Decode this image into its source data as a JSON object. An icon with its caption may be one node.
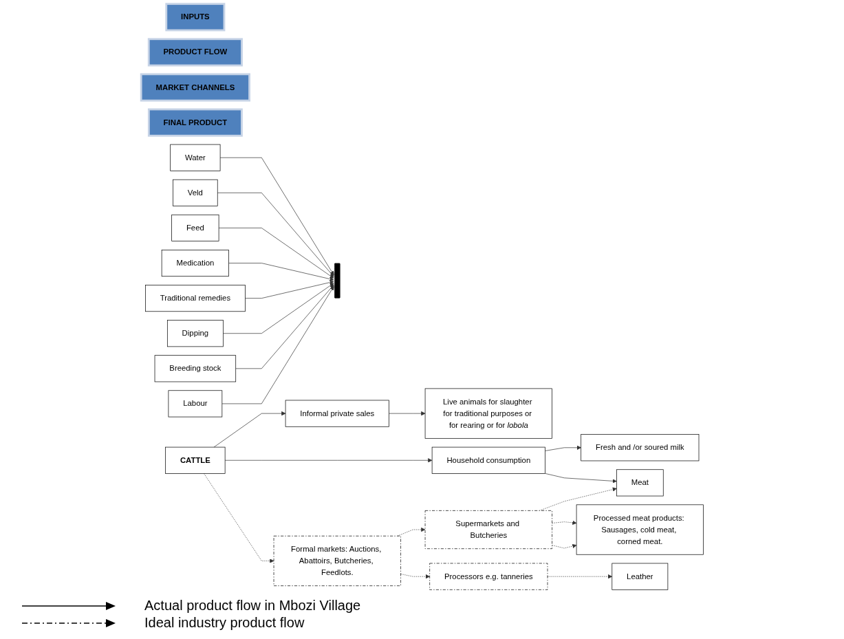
{
  "diagram": {
    "nodes": [
      {
        "text": [
          "INPUTS"
        ]
      },
      {
        "text": [
          "PRODUCT FLOW"
        ]
      },
      {
        "text": [
          "MARKET CHANNELS"
        ]
      },
      {
        "text": [
          "FINAL PRODUCT"
        ]
      },
      {
        "text": [
          "Water"
        ]
      },
      {
        "text": [
          "Veld"
        ]
      },
      {
        "text": [
          "Feed"
        ]
      },
      {
        "text": [
          "Medication"
        ]
      },
      {
        "text": [
          "Traditional remedies"
        ]
      },
      {
        "text": [
          "Dipping"
        ]
      },
      {
        "text": [
          "Breeding stock"
        ]
      },
      {
        "text": [
          "Labour"
        ]
      },
      {
        "text": [],
        "shape": "bar"
      },
      {
        "text": [
          "CATTLE"
        ]
      },
      {
        "text": [
          "Informal private sales"
        ]
      },
      {
        "text": [
          "Live animals for slaughter for traditional purposes or for rearing or for *lobola*"
        ]
      },
      {
        "text": [
          "Household consumption"
        ]
      },
      {
        "text": [
          "Fresh and /or soured milk"
        ]
      },
      {
        "text": [
          "Formal markets: Auctions, Abattoirs, Butcheries, Feedlots."
        ]
      },
      {
        "text": [
          "Supermarkets and Butcheries"
        ]
      },
      {
        "text": [
          "Meat"
        ]
      },
      {
        "text": [
          "Processed meat products: Sausages, cold meat, corned meat."
        ]
      },
      {
        "text": [
          "Processors e.g. tanneries"
        ]
      },
      {
        "text": [
          "Leather"
        ]
      }
    ],
    "edges": [
      {
        "from": 4,
        "to": 12,
        "arrow": "to"
      },
      {
        "from": 5,
        "to": 12,
        "arrow": "to"
      },
      {
        "from": 6,
        "to": 12,
        "arrow": "to"
      },
      {
        "from": 7,
        "to": 12,
        "arrow": "to"
      },
      {
        "from": 8,
        "to": 12,
        "arrow": "to"
      },
      {
        "from": 9,
        "to": 12,
        "arrow": "to"
      },
      {
        "from": 10,
        "to": 12,
        "arrow": "to"
      },
      {
        "from": 11,
        "to": 12,
        "arrow": "to"
      },
      {
        "from": 13,
        "to": 14,
        "arrow": "to"
      },
      {
        "from": 14,
        "to": 15,
        "arrow": "to"
      },
      {
        "from": 13,
        "to": 16,
        "arrow": "to"
      },
      {
        "from": 16,
        "to": 17,
        "arrow": "to"
      },
      {
        "from": 16,
        "to": 20,
        "arrow": "to"
      },
      {
        "from": 13,
        "to": 18,
        "arrow": "to",
        "style": "dashed"
      },
      {
        "from": 18,
        "to": 19,
        "arrow": "to",
        "style": "dashed"
      },
      {
        "from": 18,
        "to": 22,
        "arrow": "to",
        "style": "dashed"
      },
      {
        "from": 19,
        "to": 20,
        "arrow": "to",
        "style": "dashed"
      },
      {
        "from": 19,
        "to": 21,
        "arrow": "to",
        "style": "dashed"
      },
      {
        "from": 19,
        "to": 21,
        "arrow": "to",
        "style": "dashed"
      },
      {
        "from": 22,
        "to": 23,
        "arrow": "to",
        "style": "dashed"
      }
    ],
    "legend": [
      {
        "text": "Actual product flow in Mbozi Village"
      },
      {
        "text": "Ideal industry product flow"
      }
    ]
  }
}
